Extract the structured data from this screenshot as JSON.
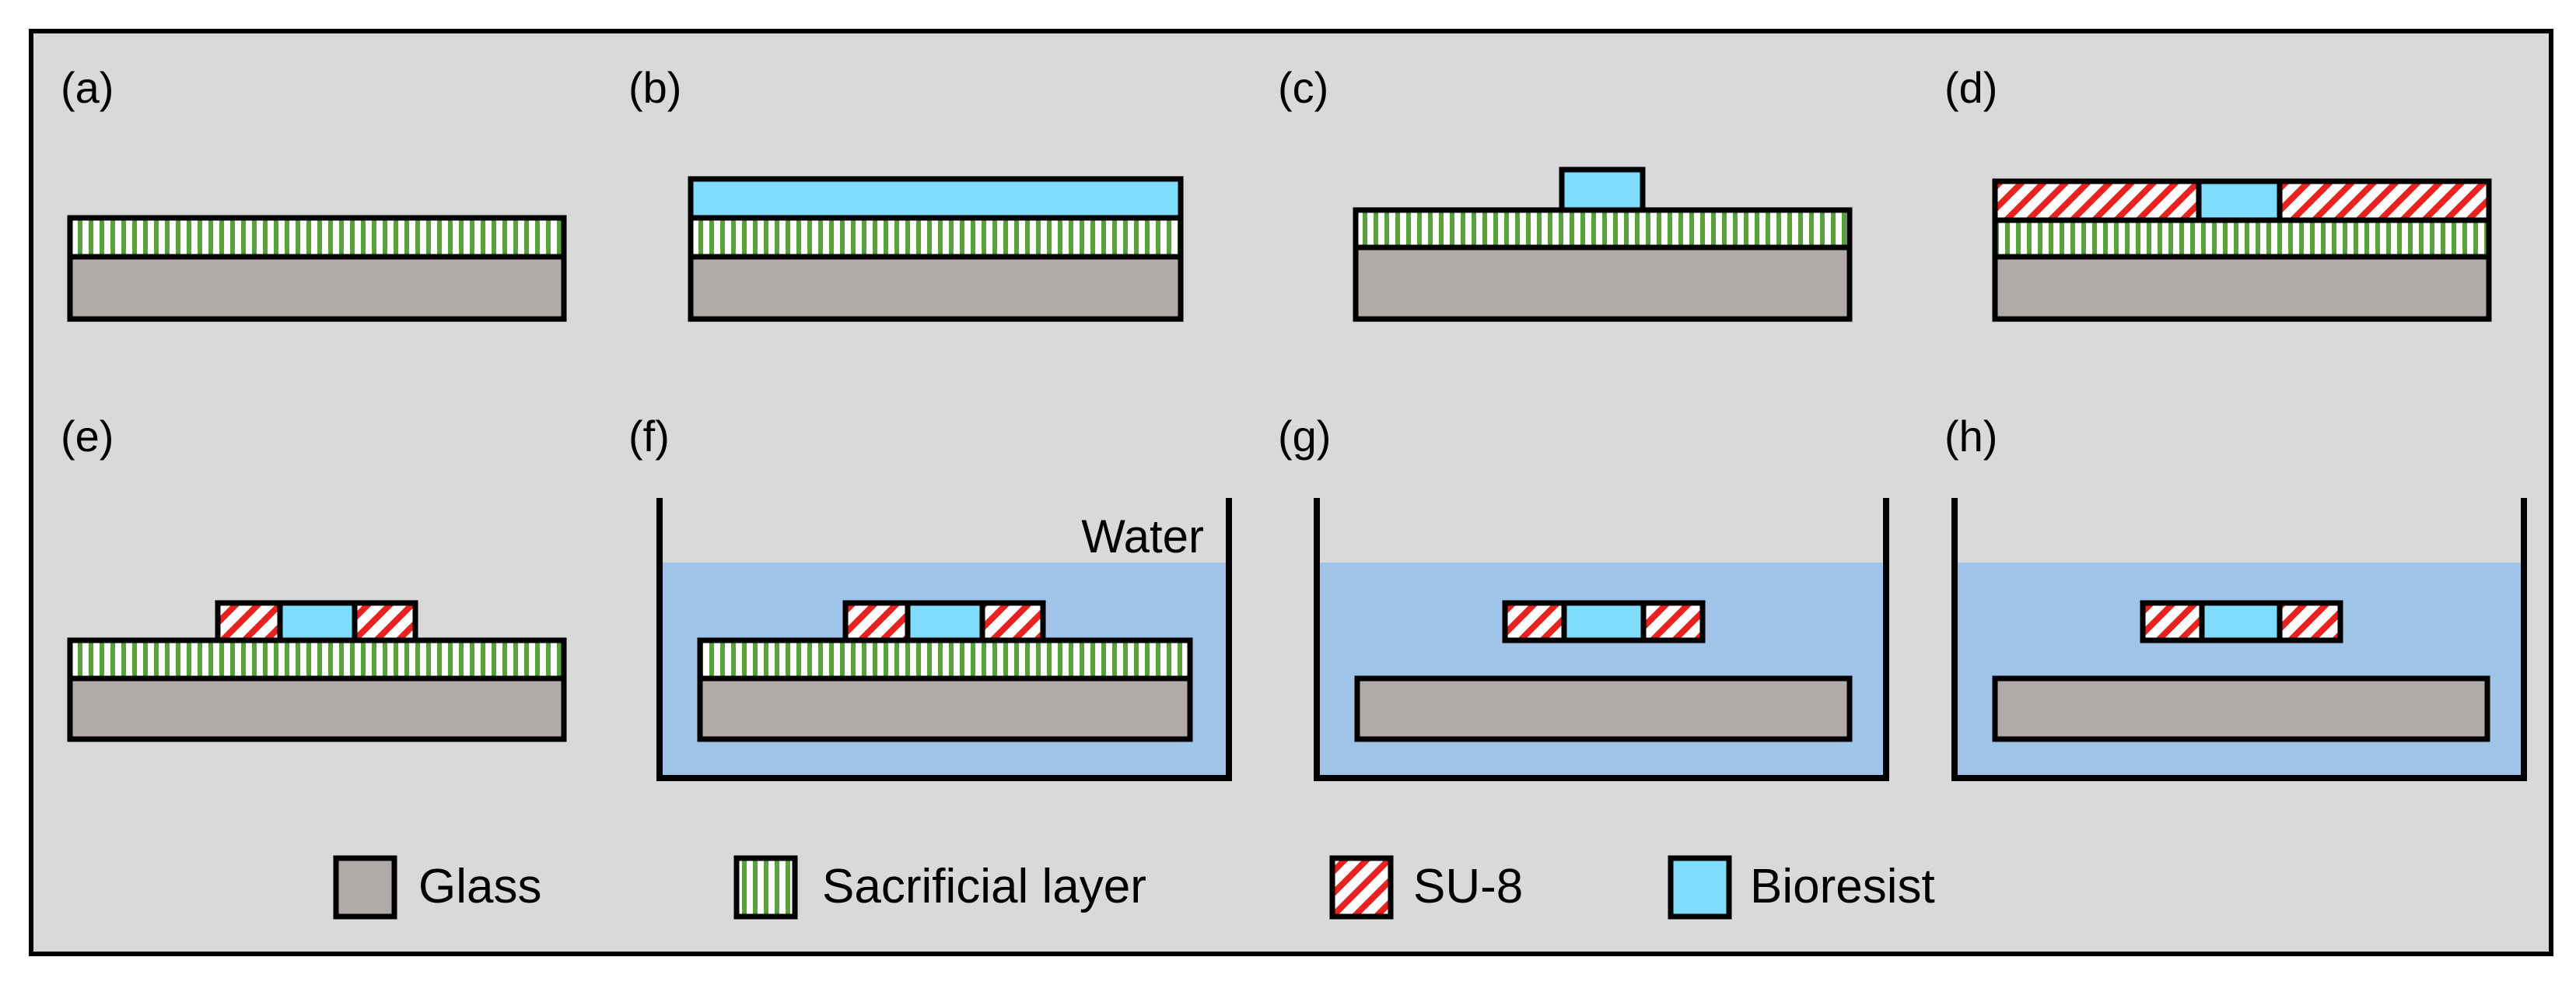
{
  "panels": [
    {
      "id": "a",
      "label": "(a)"
    },
    {
      "id": "b",
      "label": "(b)"
    },
    {
      "id": "c",
      "label": "(c)"
    },
    {
      "id": "d",
      "label": "(d)"
    },
    {
      "id": "e",
      "label": "(e)"
    },
    {
      "id": "f",
      "label": "(f)"
    },
    {
      "id": "g",
      "label": "(g)"
    },
    {
      "id": "h",
      "label": "(h)"
    }
  ],
  "water_label": "Water",
  "legend": {
    "glass": "Glass",
    "sacrificial": "Sacrificial layer",
    "su8": "SU-8",
    "bioresist": "Bioresist"
  },
  "colors": {
    "background": "#d9d9d9",
    "glass": "#b0aaa8",
    "sacrificial_green": "#58a23c",
    "su8_red": "#e8231f",
    "bioresist": "#7fdcfb",
    "water": "#9fc4e7"
  }
}
